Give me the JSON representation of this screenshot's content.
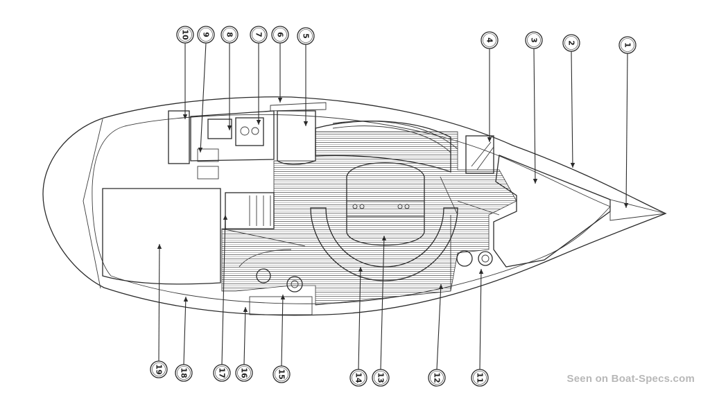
{
  "callouts": [
    {
      "n": "1"
    },
    {
      "n": "2"
    },
    {
      "n": "3"
    },
    {
      "n": "4"
    },
    {
      "n": "5"
    },
    {
      "n": "6"
    },
    {
      "n": "7"
    },
    {
      "n": "8"
    },
    {
      "n": "9"
    },
    {
      "n": "10"
    },
    {
      "n": "11"
    },
    {
      "n": "12"
    },
    {
      "n": "13"
    },
    {
      "n": "14"
    },
    {
      "n": "15"
    },
    {
      "n": "16"
    },
    {
      "n": "17"
    },
    {
      "n": "18"
    },
    {
      "n": "19"
    }
  ],
  "watermark": "Seen on Boat-Specs.com",
  "colors": {
    "line": "#2a2a2a",
    "watermark": "#b8b8b8",
    "paper": "#ffffff"
  }
}
